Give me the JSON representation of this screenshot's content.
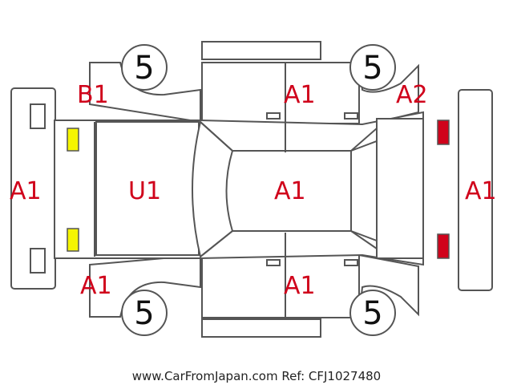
{
  "colors": {
    "outline": "#555555",
    "damage_code": "#d0021b",
    "yellow_lamp": "#f5f500",
    "red_lamp": "#d0021b"
  },
  "codes": {
    "front_bumper": "A1",
    "left_front_fender": "B1",
    "hood": "U1",
    "roof": "A1",
    "left_front_door": "A1",
    "left_rear_quarter": "A2",
    "rear_bumper": "A1",
    "right_front_fender": "A1",
    "right_front_door": "A1"
  },
  "wheels": {
    "left_front": "5",
    "left_rear": "5",
    "right_front": "5",
    "right_rear": "5"
  },
  "footer": "www.CarFromJapan.com Ref: CFJ1027480"
}
